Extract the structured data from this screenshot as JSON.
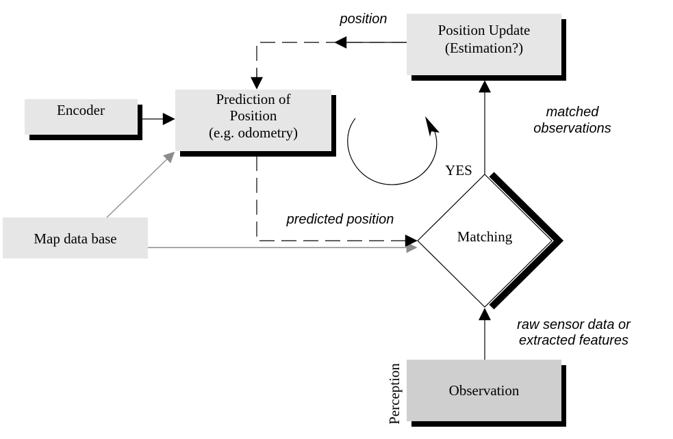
{
  "boxes": {
    "encoder": "Encoder",
    "prediction": [
      "Prediction of",
      "Position",
      "(e.g. odometry)"
    ],
    "map": "Map data base",
    "update": [
      "Position Update",
      "(Estimation?)"
    ],
    "observation": "Observation"
  },
  "decision": "Matching",
  "labels": {
    "position": "position",
    "predicted": "predicted position",
    "matched": [
      "matched",
      "observations"
    ],
    "raw": [
      "raw sensor data or",
      "extracted features"
    ],
    "yes": "YES",
    "perception": "Perception"
  },
  "colors": {
    "box_fill": "#e6e6e6",
    "observation_fill": "#cfcfcf",
    "shadow": "#000000",
    "gray_arrow": "#8c8c8c"
  }
}
